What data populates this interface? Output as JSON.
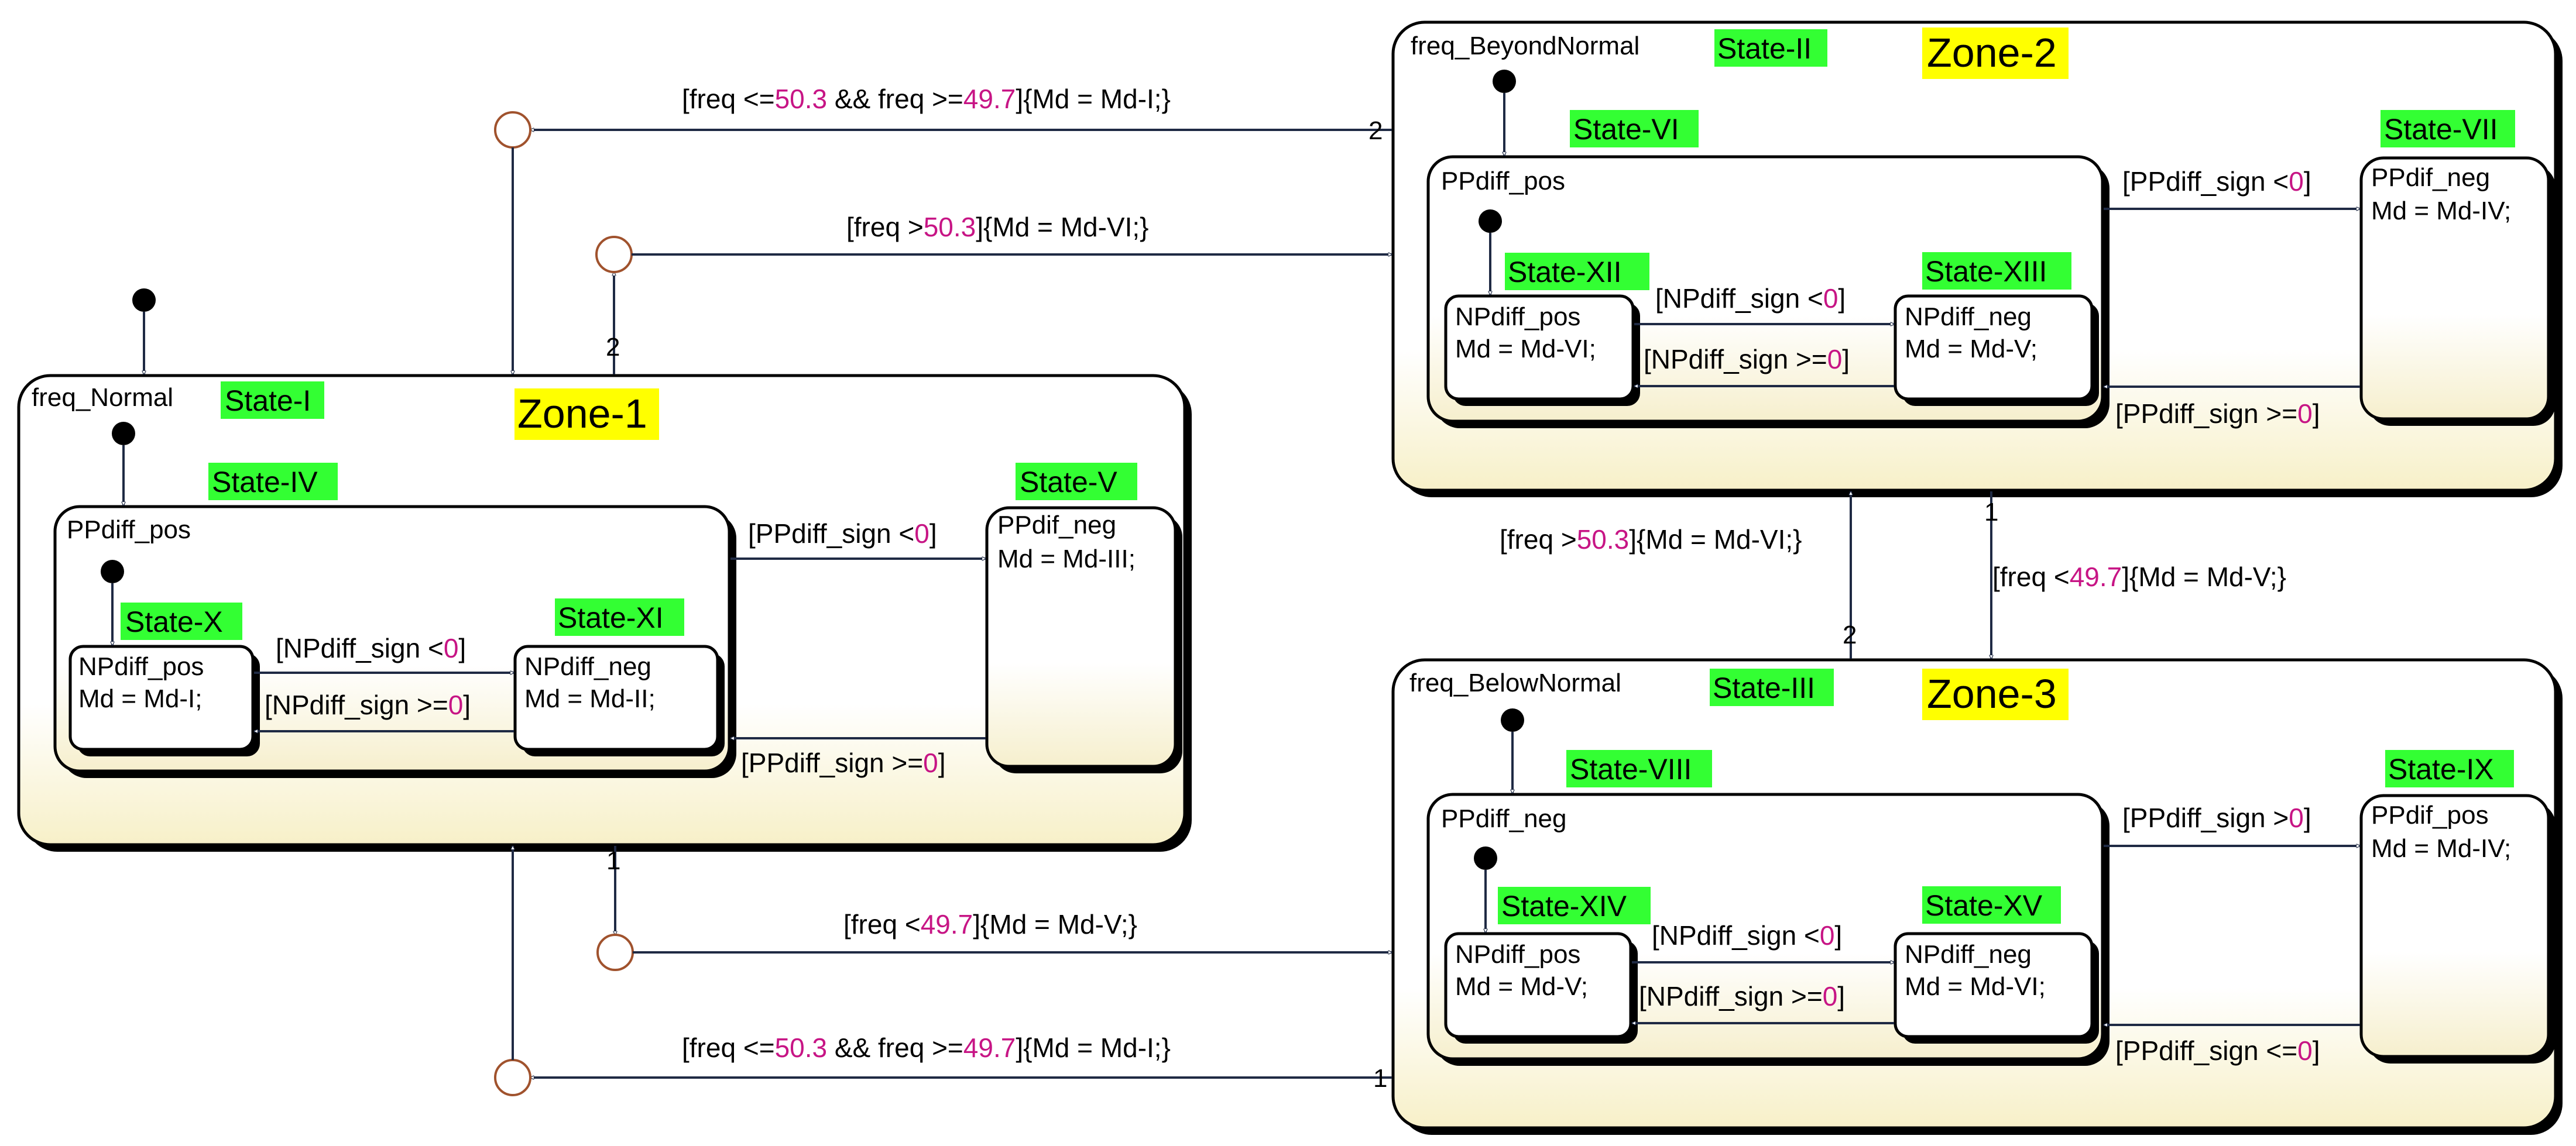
{
  "zones": {
    "zone1": "Zone-1",
    "zone2": "Zone-2",
    "zone3": "Zone-3"
  },
  "states": {
    "normal": {
      "name": "freq_Normal",
      "tag": "State-I"
    },
    "beyond": {
      "name": "freq_BeyondNormal",
      "tag": "State-II"
    },
    "below": {
      "name": "freq_BelowNormal",
      "tag": "State-III"
    },
    "z1_pos": {
      "name": "PPdiff_pos",
      "tag": "State-IV"
    },
    "z1_neg": {
      "name": "PPdif_neg",
      "tag": "State-V",
      "action": "Md = Md-III;"
    },
    "z2_pos": {
      "name": "PPdiff_pos",
      "tag": "State-VI"
    },
    "z2_neg": {
      "name": "PPdif_neg",
      "tag": "State-VII",
      "action": "Md = Md-IV;"
    },
    "z3_neg": {
      "name": "PPdiff_neg",
      "tag": "State-VIII"
    },
    "z3_pos": {
      "name": "PPdif_pos",
      "tag": "State-IX",
      "action": "Md = Md-IV;"
    },
    "z1_npos": {
      "name": "NPdiff_pos",
      "tag": "State-X",
      "action": "Md = Md-I;"
    },
    "z1_nneg": {
      "name": "NPdiff_neg",
      "tag": "State-XI",
      "action": "Md = Md-II;"
    },
    "z2_npos": {
      "name": "NPdiff_pos",
      "tag": "State-XII",
      "action": "Md = Md-VI;"
    },
    "z2_nneg": {
      "name": "NPdiff_neg",
      "tag": "State-XIII",
      "action": "Md = Md-V;"
    },
    "z3_npos": {
      "name": "NPdiff_pos",
      "tag": "State-XIV",
      "action": "Md = Md-V;"
    },
    "z3_nneg": {
      "name": "NPdiff_neg",
      "tag": "State-XV",
      "action": "Md = Md-VI;"
    }
  },
  "transitions": {
    "back_from_beyond": {
      "pre": "[freq <=",
      "n1": "50.3",
      "mid": " && freq >=",
      "n2": "49.7",
      "post": "]{Md = Md-I;}",
      "order": "2"
    },
    "normal_to_beyond": {
      "pre": "[freq >",
      "n1": "50.3",
      "post": "]{Md = Md-VI;}",
      "order": "2"
    },
    "normal_to_below": {
      "pre": "[freq <",
      "n1": "49.7",
      "post": "]{Md = Md-V;}",
      "order": "1"
    },
    "back_from_below": {
      "pre": "[freq <=",
      "n1": "50.3",
      "mid": " && freq >=",
      "n2": "49.7",
      "post": "]{Md = Md-I;}",
      "order": "1"
    },
    "below_to_beyond": {
      "pre": "[freq >",
      "n1": "50.3",
      "post": "]{Md = Md-VI;}",
      "order": "2"
    },
    "beyond_to_below": {
      "pre": "[freq <",
      "n1": "49.7",
      "post": "]{Md = Md-V;}",
      "order": "1"
    },
    "pp_lt0": {
      "pre": "[PPdiff_sign <",
      "n1": "0",
      "post": "]"
    },
    "pp_ge0": {
      "pre": "[PPdiff_sign >=",
      "n1": "0",
      "post": "]"
    },
    "pp_gt0": {
      "pre": "[PPdiff_sign >",
      "n1": "0",
      "post": "]"
    },
    "pp_le0": {
      "pre": "[PPdiff_sign <=",
      "n1": "0",
      "post": "]"
    },
    "np_lt0": {
      "pre": "[NPdiff_sign <",
      "n1": "0",
      "post": "]"
    },
    "np_ge0": {
      "pre": "[NPdiff_sign >=",
      "n1": "0",
      "post": "]"
    }
  }
}
